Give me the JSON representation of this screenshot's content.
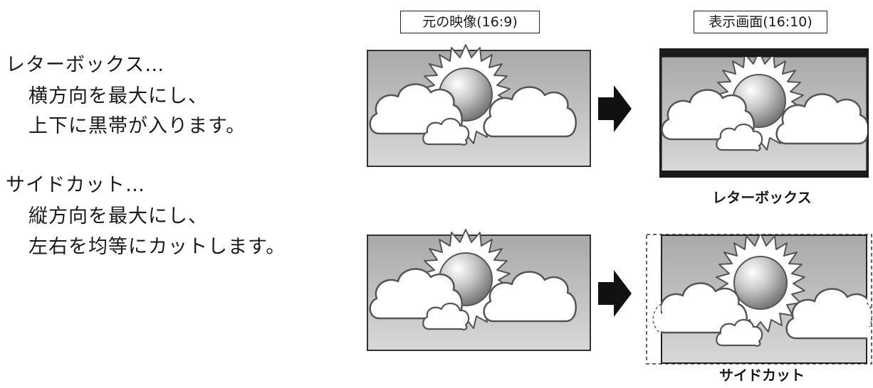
{
  "headers": {
    "source": "元の映像(16:9)",
    "display": "表示画面(16:10)"
  },
  "letterbox": {
    "title": "レターボックス…",
    "line1": "横方向を最大にし、",
    "line2": "上下に黒帯が入ります。",
    "caption": "レターボックス"
  },
  "sidecut": {
    "title": "サイドカット…",
    "line1": "縦方向を最大にし、",
    "line2": "左右を均等にカットします。",
    "caption": "サイドカット"
  },
  "colors": {
    "frame_bg_top": "#a9a9a9",
    "frame_bg_bottom": "#d8d8d8",
    "black_band": "#1a1a1a",
    "arrow": "#111111"
  },
  "icons": [
    "sun-icon",
    "cloud-icon",
    "right-arrow-icon"
  ]
}
